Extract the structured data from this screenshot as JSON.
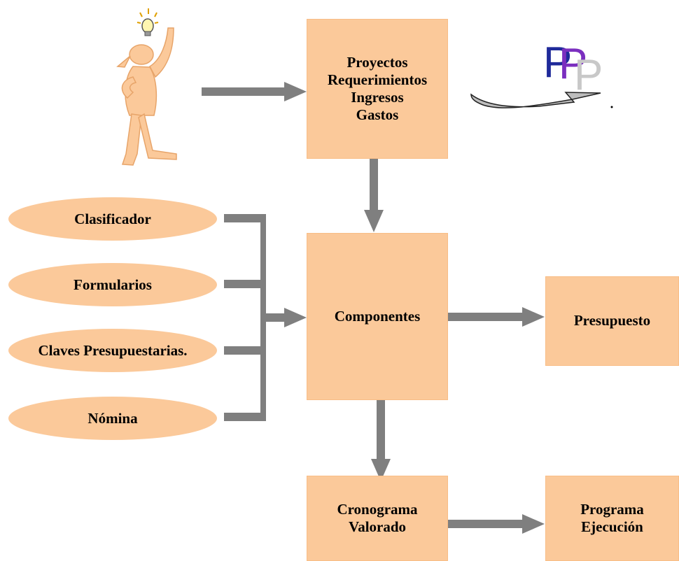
{
  "colors": {
    "box_fill": "#fbc99a",
    "connector": "#7f7f7f",
    "figure": "#fbc99a",
    "logo_blue": "#1f2a9a",
    "logo_purple": "#7b2fbf",
    "logo_gray": "#c8c8c8"
  },
  "top_box": {
    "lines": [
      "Proyectos",
      "Requerimientos",
      "Ingresos",
      "Gastos"
    ]
  },
  "components_box": {
    "label": "Componentes"
  },
  "budget_box": {
    "label": "Presupuesto"
  },
  "schedule_box": {
    "lines": [
      "Cronograma",
      "Valorado"
    ]
  },
  "program_box": {
    "lines": [
      "Programa",
      "Ejecución"
    ]
  },
  "inputs": [
    {
      "label": "Clasificador"
    },
    {
      "label": "Formularios"
    },
    {
      "label": "Claves Presupuestarias."
    },
    {
      "label": "Nómina"
    }
  ],
  "logo": {
    "letters": "PPP",
    "icon": "ppp-logo-icon"
  },
  "figure": {
    "icon": "thinking-person-lightbulb-icon"
  }
}
